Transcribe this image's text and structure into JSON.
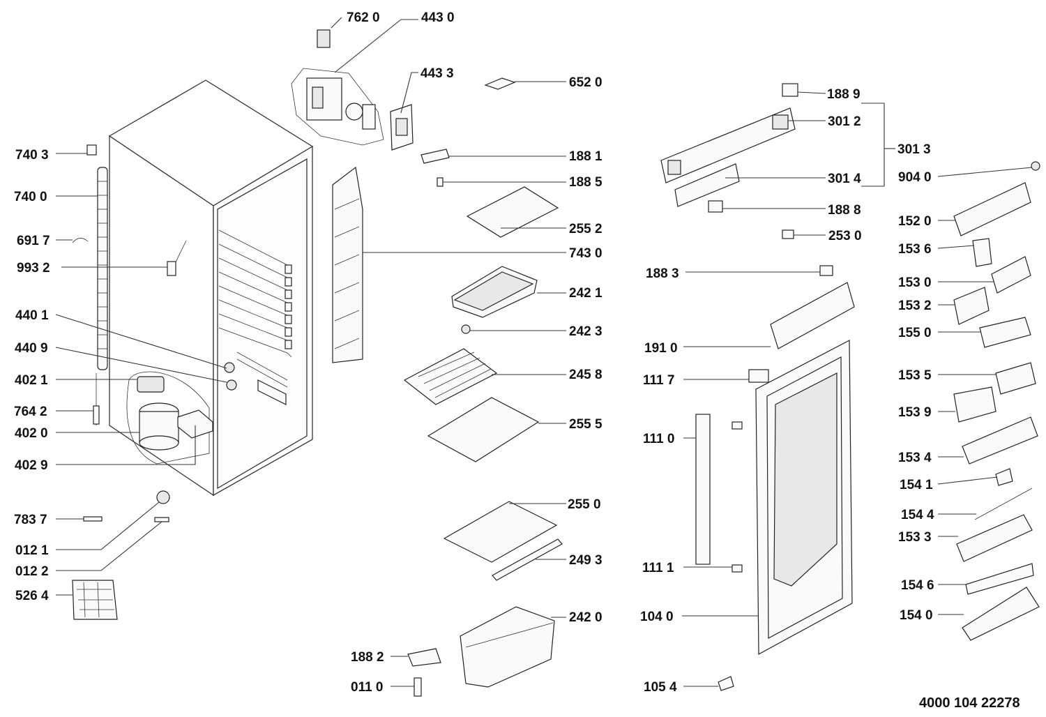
{
  "document_ref": "4000 104 22278",
  "labels": {
    "p7620": "762 0",
    "p4430": "443 0",
    "p4433": "443 3",
    "p6520": "652 0",
    "p1881": "188 1",
    "p1885": "188 5",
    "p2552": "255 2",
    "p7430": "743 0",
    "p2421": "242 1",
    "p2423": "242 3",
    "p2458": "245 8",
    "p2555": "255 5",
    "p2550": "255 0",
    "p2493": "249 3",
    "p2420": "242 0",
    "p1882": "188 2",
    "p0110": "011 0",
    "p7403": "740 3",
    "p7400": "740 0",
    "p6917": "691 7",
    "p9932": "993 2",
    "p4401": "440 1",
    "p4409": "440 9",
    "p4021": "402 1",
    "p7642": "764 2",
    "p4020": "402 0",
    "p4029": "402 9",
    "p7837": "783 7",
    "p0121": "012 1",
    "p0122": "012 2",
    "p5264": "526 4",
    "p1889": "188 9",
    "p3012": "301 2",
    "p3013": "301 3",
    "p3014": "301 4",
    "p1888": "188 8",
    "p2530": "253 0",
    "p1883": "188 3",
    "p1910": "191 0",
    "p1117": "111 7",
    "p1110": "111 0",
    "p1111": "111 1",
    "p1040": "104 0",
    "p1054": "105 4",
    "p9040": "904 0",
    "p1520": "152 0",
    "p1536": "153 6",
    "p1530": "153 0",
    "p1532": "153 2",
    "p1550": "155 0",
    "p1535": "153 5",
    "p1539": "153 9",
    "p1534": "153 4",
    "p1541": "154 1",
    "p1544": "154 4",
    "p1533": "153 3",
    "p1546": "154 6",
    "p1540": "154 0"
  }
}
